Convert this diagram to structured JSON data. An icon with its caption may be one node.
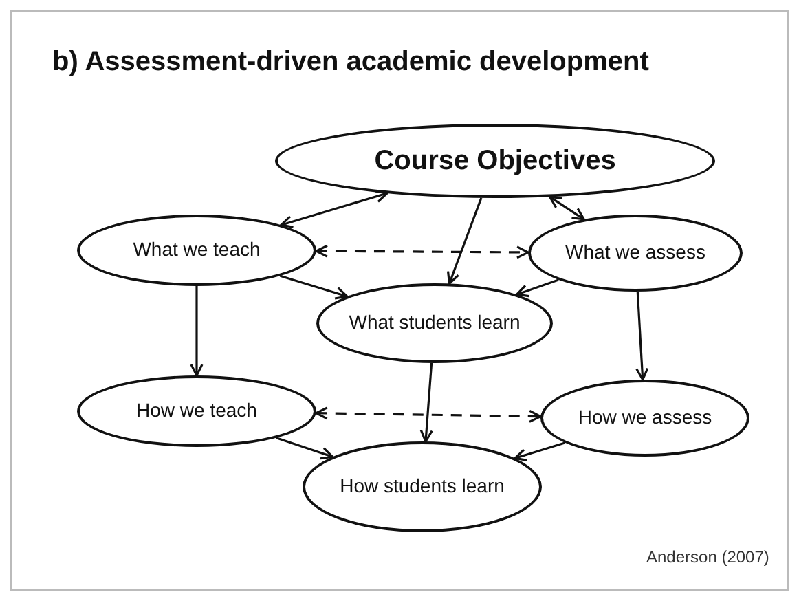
{
  "diagram": {
    "title": "b) Assessment-driven academic development",
    "nodes": [
      {
        "text": [
          "Course Objectives"
        ]
      },
      {
        "text": [
          "What we teach"
        ]
      },
      {
        "text": [
          "What we assess"
        ]
      },
      {
        "text": [
          "What students learn"
        ]
      },
      {
        "text": [
          "How we teach"
        ]
      },
      {
        "text": [
          "How we assess"
        ]
      },
      {
        "text": [
          "How students learn"
        ]
      }
    ],
    "edges": [
      {
        "from": 0,
        "to": 1,
        "arrow": "both"
      },
      {
        "from": 0,
        "to": 2,
        "arrow": "both"
      },
      {
        "from": 0,
        "to": 3,
        "arrow": "to"
      },
      {
        "from": 1,
        "to": 2,
        "arrow": "both",
        "style": "dashed"
      },
      {
        "from": 1,
        "to": 3,
        "arrow": "to"
      },
      {
        "from": 2,
        "to": 3,
        "arrow": "to"
      },
      {
        "from": 1,
        "to": 4,
        "arrow": "to"
      },
      {
        "from": 2,
        "to": 5,
        "arrow": "to"
      },
      {
        "from": 3,
        "to": 6,
        "arrow": "to"
      },
      {
        "from": 4,
        "to": 5,
        "arrow": "both",
        "style": "dashed"
      },
      {
        "from": 4,
        "to": 6,
        "arrow": "to"
      },
      {
        "from": 5,
        "to": 6,
        "arrow": "to"
      }
    ],
    "labels": [
      "Anderson (2007)"
    ]
  }
}
